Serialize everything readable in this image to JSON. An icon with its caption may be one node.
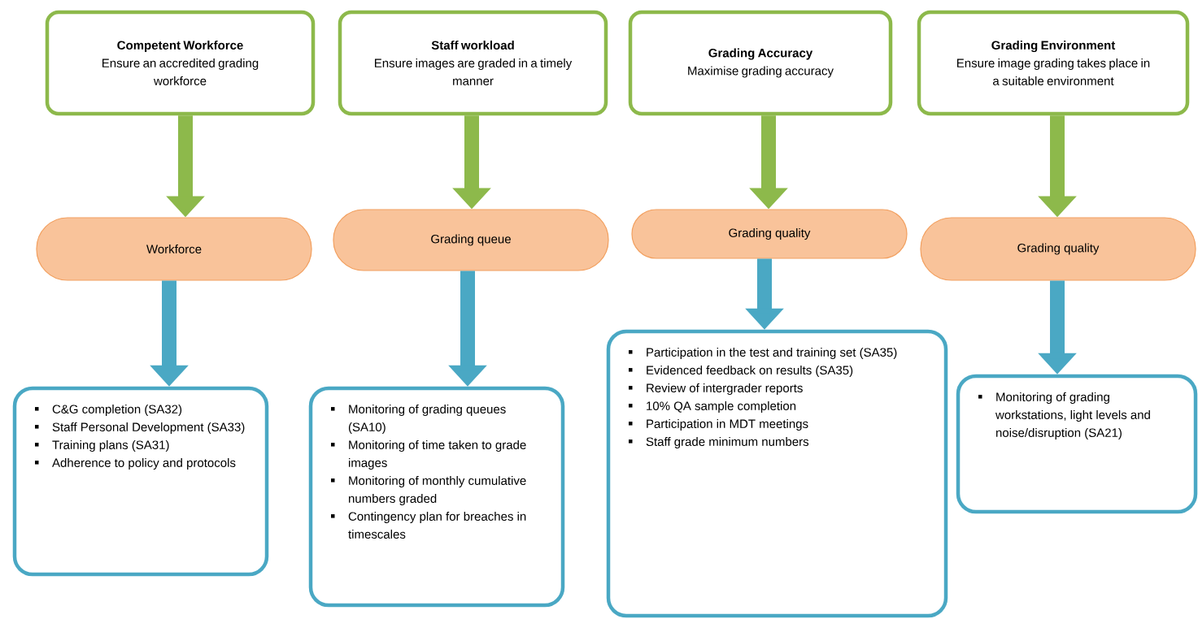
{
  "diagram": {
    "nodes": [
      {
        "text": [
          "Competent Workforce",
          "Ensure an accredited grading workforce"
        ]
      },
      {
        "text": [
          "Staff workload",
          "Ensure images are graded in a timely manner"
        ]
      },
      {
        "text": [
          "Grading Accuracy",
          "Maximise grading accuracy"
        ]
      },
      {
        "text": [
          "Grading Environment",
          "Ensure image grading takes place in a suitable environment"
        ]
      },
      {
        "text": [
          "Workforce"
        ]
      },
      {
        "text": [
          "Grading queue"
        ]
      },
      {
        "text": [
          "Grading quality"
        ]
      },
      {
        "text": [
          "Grading   quality"
        ]
      },
      {
        "text": [
          "C&G completion (SA32)",
          "Staff Personal Development (SA33)",
          "Training plans (SA31)",
          "Adherence to policy and protocols"
        ]
      },
      {
        "text": [
          "Monitoring of grading queues  (SA10)",
          "Monitoring of time taken to grade images",
          "Monitoring of monthly cumulative numbers graded",
          "Contingency plan for breaches in timescales"
        ]
      },
      {
        "text": [
          "Participation in the test and training set (SA35)",
          "Evidenced feedback on results (SA35)",
          "Review of intergrader reports",
          "10% QA sample completion",
          "Participation in MDT meetings",
          "Staff grade minimum numbers"
        ]
      },
      {
        "text": [
          "Monitoring of grading workstations, light levels and noise/disruption (SA21)"
        ]
      }
    ],
    "edges": [
      {
        "from": 0,
        "to": 4,
        "arrow": "to"
      },
      {
        "from": 1,
        "to": 5,
        "arrow": "to"
      },
      {
        "from": 2,
        "to": 6,
        "arrow": "to"
      },
      {
        "from": 3,
        "to": 7,
        "arrow": "to"
      },
      {
        "from": 4,
        "to": 8,
        "arrow": "to",
        "color": "#4aa8c4"
      },
      {
        "from": 5,
        "to": 9,
        "arrow": "to",
        "color": "#4aa8c4"
      },
      {
        "from": 6,
        "to": 10,
        "arrow": "to",
        "color": "#4aa8c4"
      },
      {
        "from": 7,
        "to": 11,
        "arrow": "to",
        "color": "#4aa8c4"
      }
    ]
  }
}
